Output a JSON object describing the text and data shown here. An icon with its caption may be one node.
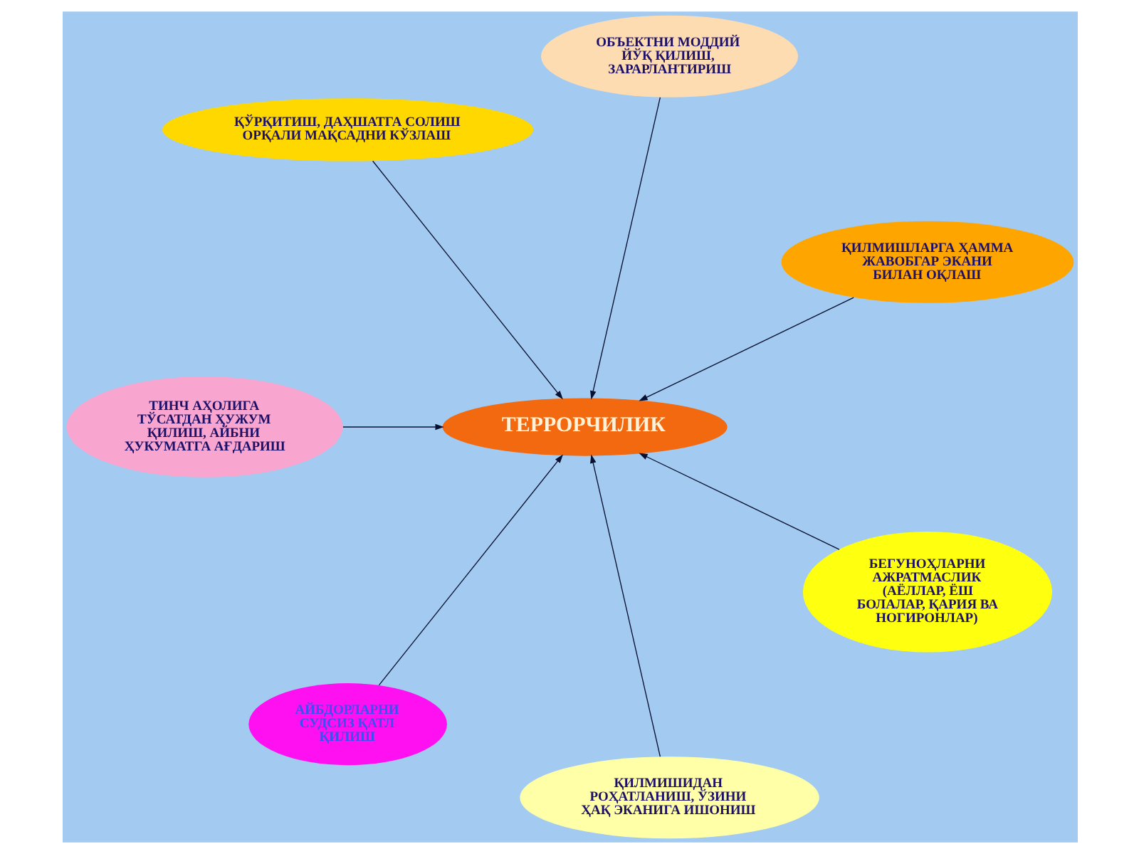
{
  "diagram": {
    "nodes": [
      {
        "text": [
          "ҚЎРҚИТИШ, ДАҲШАТГА СОЛИШ ОРҚАЛИ МАҚСАДНИ КЎЗЛАШ"
        ]
      },
      {
        "text": [
          "ОБЪЕКТНИ МОДДИЙ ЙЎҚ ҚИЛИШ, ЗАРАРЛАНТИРИШ"
        ]
      },
      {
        "text": [
          "ТИНЧ АҲОЛИГА ТЎСАТДАН ҲУЖУМ ҚИЛИШ, АЙБНИ ҲУКУМАТГА АҒДАРИШ"
        ]
      },
      {
        "text": [
          "ҚИЛМИШЛАРГА ҲАММА ЖАВОБГАР ЭКАНИ БИЛАН ОҚЛАШ"
        ]
      },
      {
        "text": [
          "ТЕРРОРЧИЛИК"
        ]
      },
      {
        "text": [
          "АЙБДОРЛАРНИ СУДСИЗ ҚАТЛ ҚИЛИШ"
        ]
      },
      {
        "text": [
          "БЕГУНОҲЛАРНИ АЖРАТМАСЛИК (АЁЛЛАР, ЁШ БОЛАЛАР, ҚАРИЯ ВА НОГИРОНЛАР)"
        ]
      },
      {
        "text": [
          "ҚИЛМИШИДАН РОҲАТЛАНИШ, ЎЗИНИ ҲАҚ ЭКАНИГА ИШОНИШ"
        ]
      }
    ],
    "edges": [
      {
        "from": 0,
        "to": 4,
        "arrow": "to"
      },
      {
        "from": 1,
        "to": 4,
        "arrow": "to"
      },
      {
        "from": 2,
        "to": 4,
        "arrow": "to"
      },
      {
        "from": 3,
        "to": 4,
        "arrow": "to"
      },
      {
        "from": 5,
        "to": 4,
        "arrow": "to"
      },
      {
        "from": 6,
        "to": 4,
        "arrow": "to"
      },
      {
        "from": 7,
        "to": 4,
        "arrow": "to"
      }
    ]
  }
}
